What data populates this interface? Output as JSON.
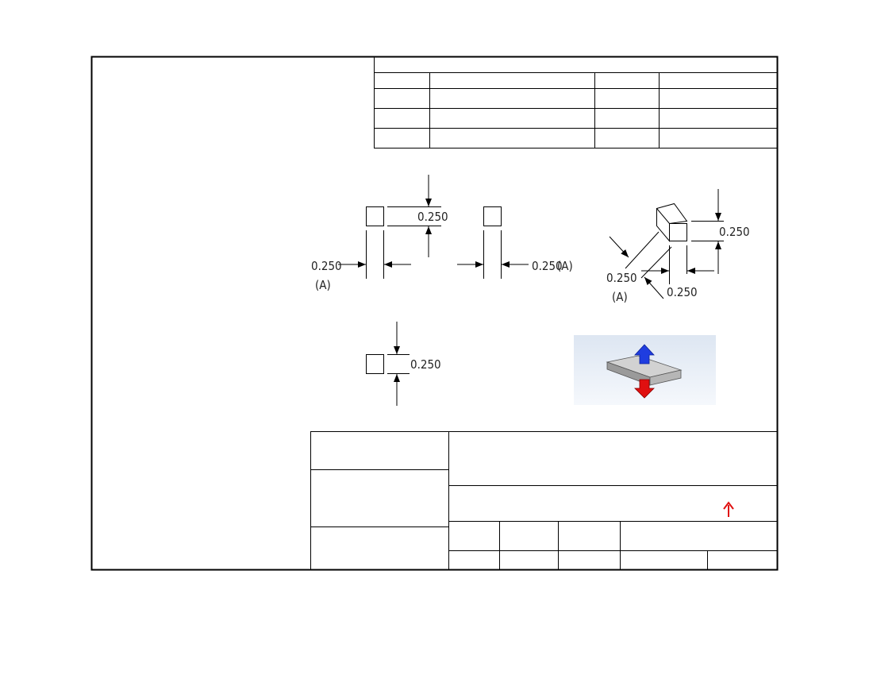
{
  "dimensions": {
    "top_view": {
      "height": "0.250",
      "width": "0.250",
      "width_ref": "(A)"
    },
    "front_view": {
      "width": "0.250",
      "width_ref": "(A)"
    },
    "iso_view": {
      "height": "0.250",
      "width": "0.250",
      "depth": "0.250",
      "depth_ref": "(A)"
    },
    "bottom_view": {
      "height": "0.250"
    }
  },
  "render_arrows": {
    "up_color": "#1f3de0",
    "down_color": "#e01010",
    "note_arrow_color": "#e01010"
  }
}
